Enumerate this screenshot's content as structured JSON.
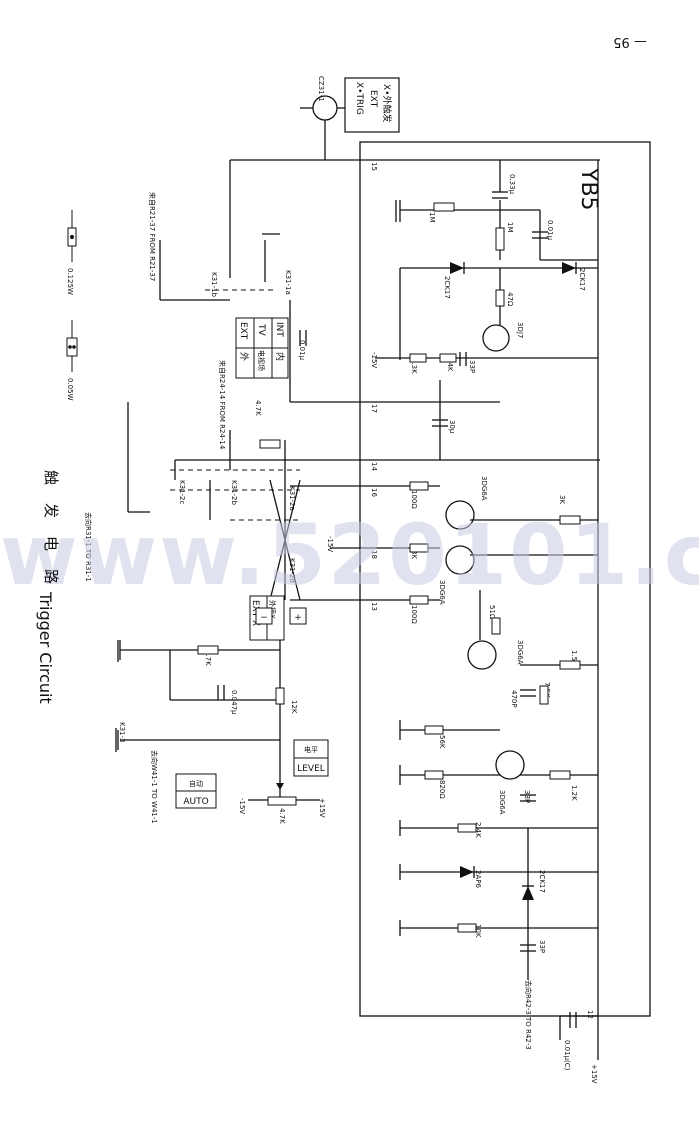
{
  "page_number": "— 95",
  "board_label": "YB5",
  "title_chinese": "触发电路",
  "title_english": "Trigger Circuit",
  "watermark": "www.520101.com",
  "legend": {
    "res_0125": "0.125W",
    "res_005": "0.05W"
  },
  "jack": {
    "label": "CZ31-1"
  },
  "panel_labels": {
    "x_ext": "X•外触发",
    "ext": "EXT",
    "x_trig": "X•TRIG",
    "int": "INT",
    "int_cn": "内",
    "tv": "TV",
    "tv_cn": "电视场",
    "ext2": "EXT",
    "ext2_cn": "外",
    "ext_x": "EXT X",
    "ext_x_cn": "外接X",
    "minus": "−",
    "plus": "+",
    "level": "LEVEL",
    "level_cn": "电平",
    "auto": "AUTO",
    "auto_cn": "自动"
  },
  "connections": {
    "from_r21": "来自R21-37 FROM R21-37",
    "from_r24": "来自R24-14 FROM R24-14",
    "to_r31": "去向R31-1 TO R31-1",
    "to_w41": "去向W41-1 TO W41-1",
    "to_r42": "去向R42-3 TO R42-3"
  },
  "switches": [
    "K31-1a",
    "K31-1b",
    "K31-2a",
    "K31-2b",
    "K31-2c",
    "K31-2d",
    "K31-3"
  ],
  "pins": [
    "15",
    "17",
    "14",
    "16",
    "18",
    "13",
    "12"
  ],
  "supply": {
    "neg": "-15V",
    "pos": "+15V"
  },
  "components": {
    "R31-1": "1M",
    "R31-2": "1M",
    "R31-3": "47Ω",
    "R31-4": "24K",
    "R31-5": "3.3K",
    "R31-6": "4.7K",
    "R31-7": "3K",
    "R31-8": "100Ω",
    "R31-9": "3K",
    "R31-10": "100Ω",
    "R31-11": "51Ω",
    "R31-12": "1.5K",
    "R31-13": "7.5K",
    "R31-14": "56K",
    "R31-15": "1.2K",
    "R31-16": "820Ω",
    "R31-17": "2.4K",
    "R31-18": "10K",
    "R31-19": "4.7K",
    "R31-20": "12K",
    "C31-1": "0.33μ",
    "C31-2": "0.01μ",
    "C31-3": "33P",
    "C31-4": "30μ",
    "C31-5": "470P",
    "C31-6": "33P",
    "C31-7": "33P",
    "C31-8": "0.01μ",
    "C31-9": "0.047μ",
    "C31-10": "0.01μ(C)",
    "BG21-1": "2CK17",
    "BG21-2": "2CK17",
    "BG21-3": "3DJ7",
    "BG31-4": "3DG6A",
    "BG31-5": "3DG6A",
    "BG31-6": "3DG6A",
    "BG31-7": "3DG6A",
    "BG31-8": "2AP6",
    "BG31-9": "2CK17",
    "W31-1": "4.7K"
  }
}
